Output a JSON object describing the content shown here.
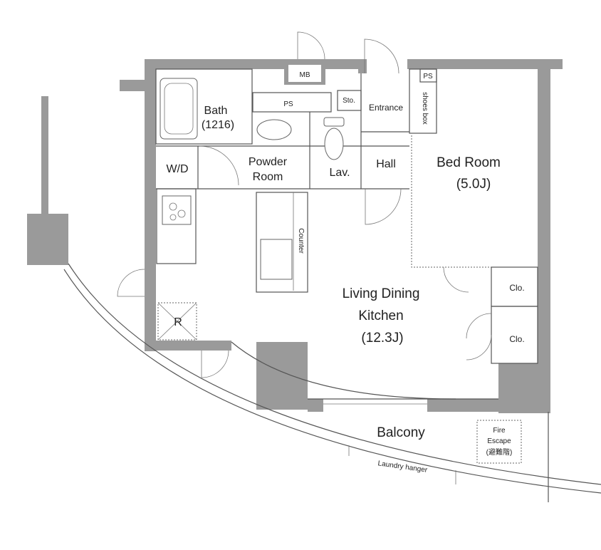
{
  "rooms": {
    "mb": "MB",
    "ps_top": "PS",
    "ps_right": "PS",
    "sto": "Sto.",
    "entrance": "Entrance",
    "shoes_box": "shoes box",
    "bath": "Bath",
    "bath_size": "(1216)",
    "wd": "W/D",
    "powder_line1": "Powder",
    "powder_line2": "Room",
    "lav": "Lav.",
    "hall": "Hall",
    "bedroom": "Bed Room",
    "bedroom_size": "(5.0J)",
    "counter": "Counter",
    "ldk_line1": "Living Dining",
    "ldk_line2": "Kitchen",
    "ldk_size": "(12.3J)",
    "clo_upper": "Clo.",
    "clo_lower": "Clo.",
    "refrigerator": "R",
    "balcony": "Balcony",
    "fire_line1": "Fire",
    "fire_line2": "Escape",
    "fire_line3": "(避難階)",
    "laundry": "Laundry hanger"
  }
}
